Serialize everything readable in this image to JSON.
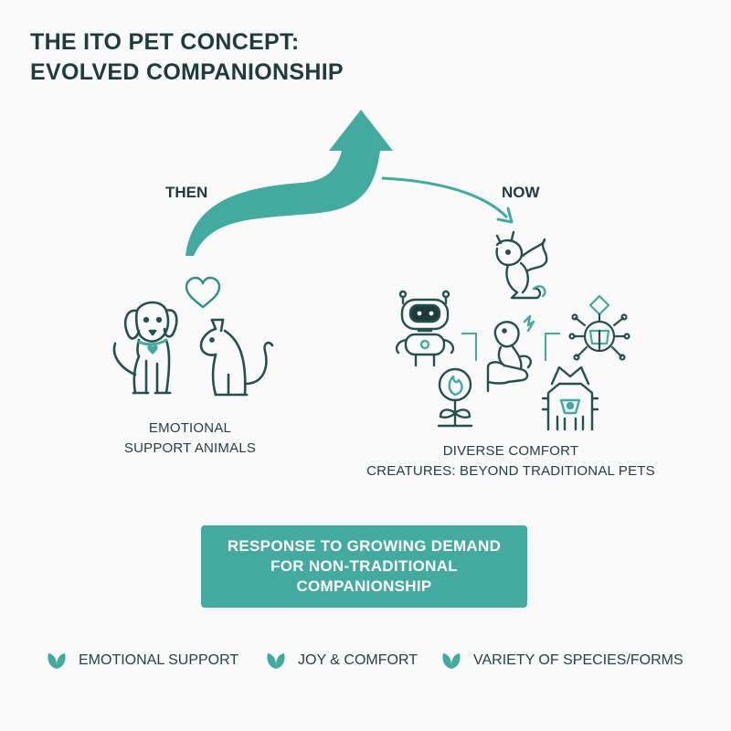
{
  "title": {
    "line1": "THE ITO PET CONCEPT:",
    "line2": "EVOLVED COMPANIONSHIP"
  },
  "timeline": {
    "then_label": "THEN",
    "now_label": "NOW"
  },
  "then_caption": {
    "line1": "EMOTIONAL",
    "line2": "SUPPORT ANIMALS"
  },
  "now_caption": {
    "line1": "DIVERSE COMFORT",
    "line2": "CREATURES: BEYOND TRADITIONAL PETS"
  },
  "banner": {
    "line1": "RESPONSE TO GROWING DEMAND",
    "line2": "FOR NON-TRADITIONAL",
    "line3": "COMPANIONSHIP"
  },
  "benefits": [
    {
      "label": "EMOTIONAL SUPPORT",
      "icon": "leaf-icon"
    },
    {
      "label": "JOY & COMFORT",
      "icon": "leaf-icon"
    },
    {
      "label": "VARIETY OF SPECIES/FORMS",
      "icon": "leaf-icon"
    }
  ],
  "colors": {
    "accent": "#43aaa0",
    "dark": "#1f3f3d",
    "background": "#fafafa"
  }
}
